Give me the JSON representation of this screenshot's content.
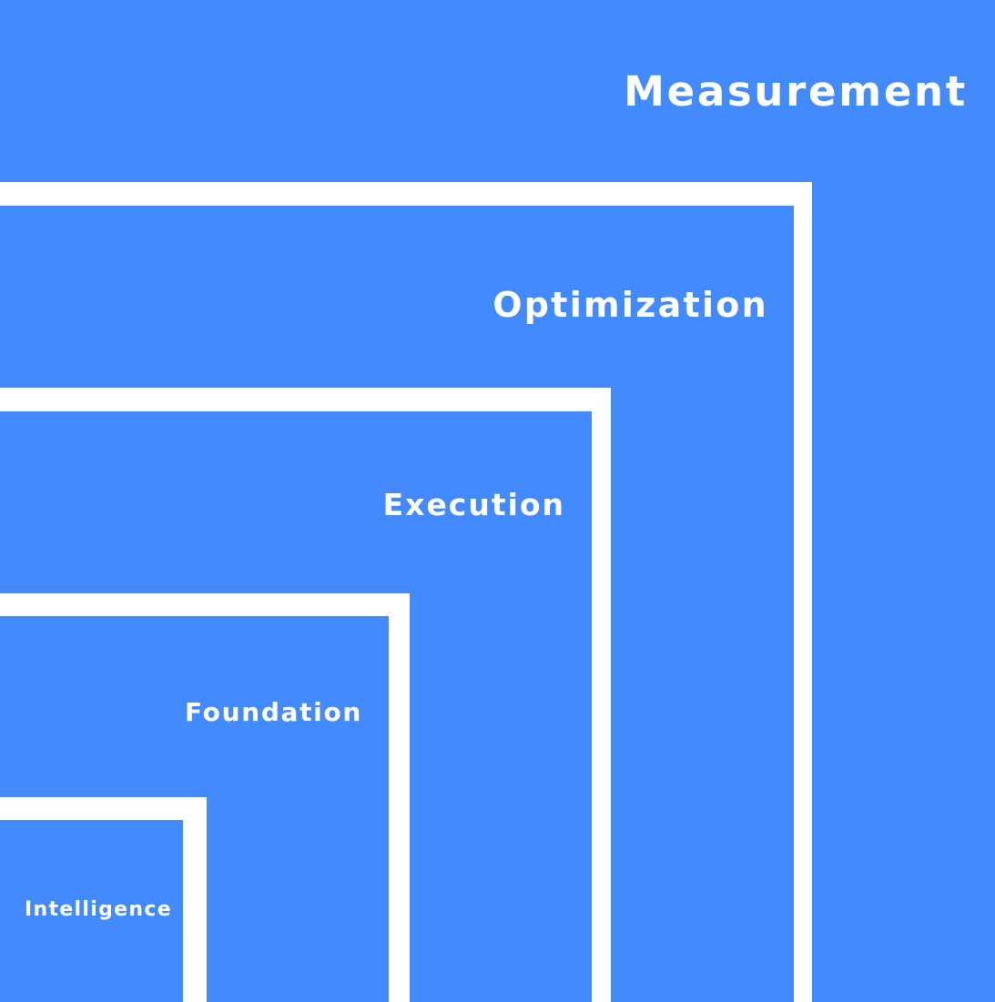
{
  "diagram": {
    "fill_color": "#448AFF",
    "gap_color": "#FFFFFF",
    "layers": [
      {
        "id": "measurement",
        "label": "Measurement"
      },
      {
        "id": "optimization",
        "label": "Optimization"
      },
      {
        "id": "execution",
        "label": "Execution"
      },
      {
        "id": "foundation",
        "label": "Foundation"
      },
      {
        "id": "intelligence",
        "label": "Intelligence"
      }
    ]
  }
}
